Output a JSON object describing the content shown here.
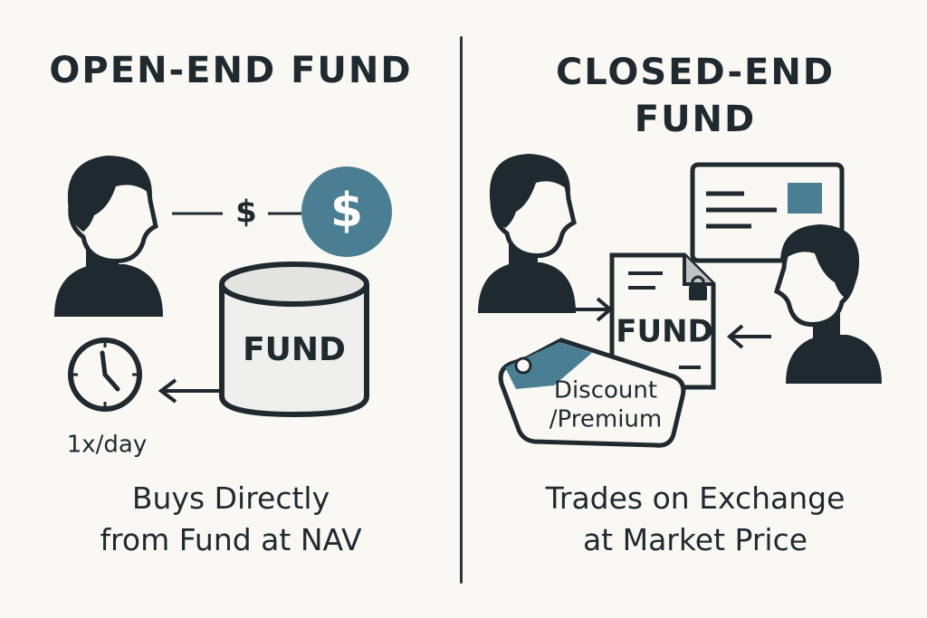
{
  "open_end": {
    "title": "OPEN-END FUND",
    "dollar_small": "$",
    "dollar_coin": "$",
    "fund_label": "FUND",
    "frequency": "1x/day",
    "caption_line1": "Buys Directly",
    "caption_line2": "from Fund at NAV"
  },
  "closed_end": {
    "title_line1": "CLOSED-END",
    "title_line2": "FUND",
    "fund_label": "FUND",
    "tag_line1": "Discount",
    "tag_line2": "/Premium",
    "caption_line1": "Trades on Exchange",
    "caption_line2": "at Market Price"
  },
  "colors": {
    "ink": "#1f2a30",
    "accent_teal": "#4a7f93",
    "background": "#faf8f3",
    "fund_fill": "#efefed"
  },
  "icons": [
    "person-icon",
    "dollar-coin-icon",
    "fund-cylinder-icon",
    "clock-icon",
    "arrow-left-icon",
    "document-icon",
    "lock-icon",
    "price-tag-icon",
    "exchange-screen-icon"
  ]
}
